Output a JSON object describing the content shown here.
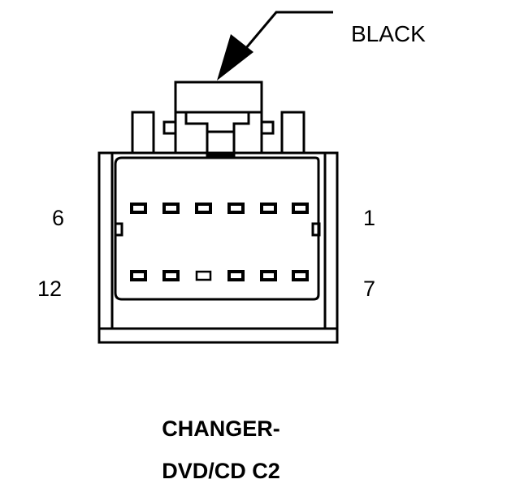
{
  "connector": {
    "color_label": "BLACK",
    "title_line1": "CHANGER-",
    "title_line2": "DVD/CD C2",
    "pin_labels": {
      "top_left": "6",
      "top_right": "1",
      "bottom_left": "12",
      "bottom_right": "7"
    },
    "stroke_color": "#000000",
    "background_color": "#ffffff"
  }
}
